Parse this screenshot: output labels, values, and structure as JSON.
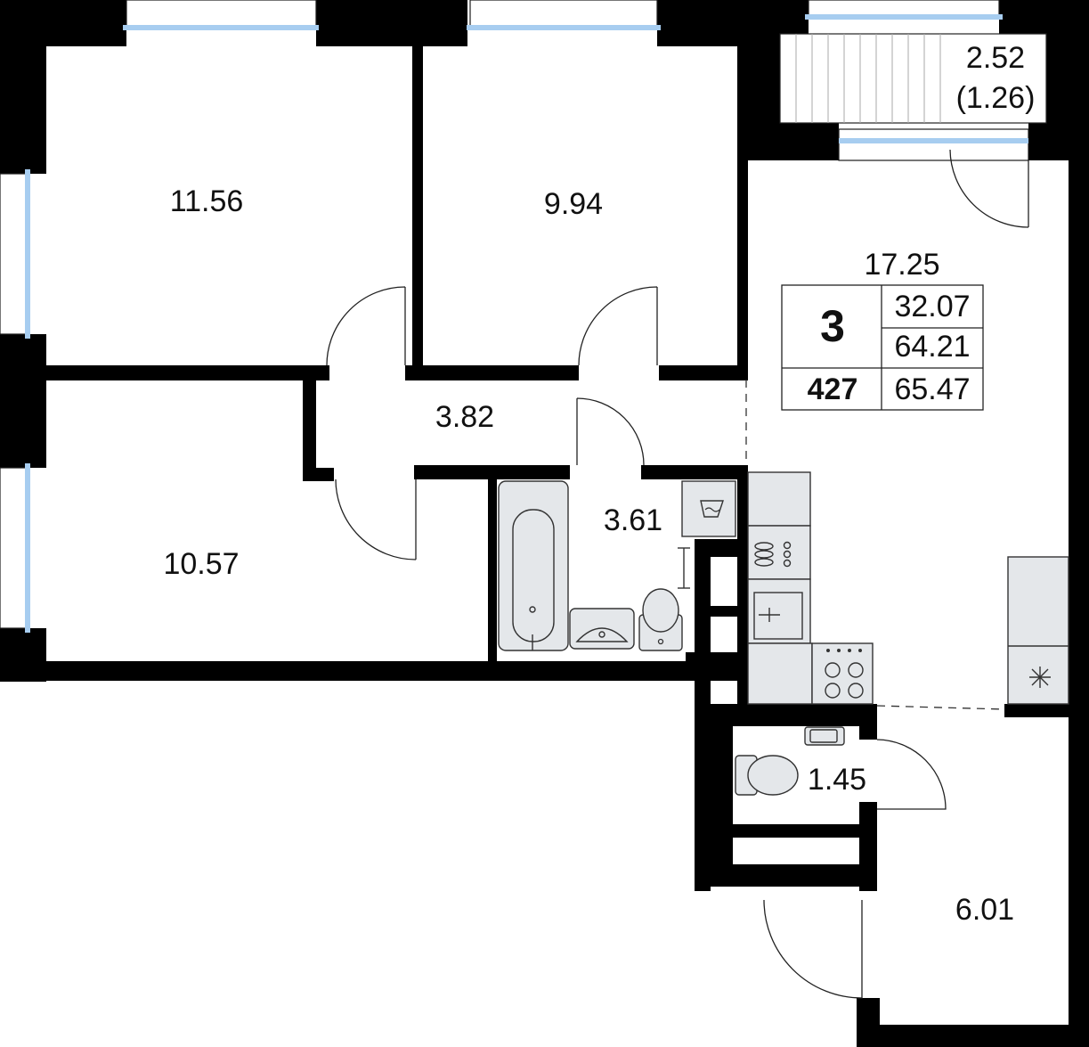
{
  "rooms": {
    "bedroom_1": "11.56",
    "bedroom_2": "9.94",
    "bedroom_3": "10.57",
    "hall": "3.82",
    "bathroom": "3.61",
    "kitchen_living": "17.25",
    "balcony_area": "2.52",
    "balcony_reduced": "(1.26)",
    "wc": "1.45",
    "entry": "6.01"
  },
  "summary": {
    "room_count": "3",
    "apartment_number": "427",
    "living_area": "32.07",
    "total_area": "64.21",
    "total_with_balcony": "65.47"
  },
  "colors": {
    "wall": "#000000",
    "window_glass": "#a7cdf0",
    "fixture_fill": "#e4e7ea",
    "text": "#111111"
  },
  "icons": {
    "fridge": "snowflake-icon",
    "washer": "washing-machine-icon",
    "stove": "cooktop-icon"
  }
}
